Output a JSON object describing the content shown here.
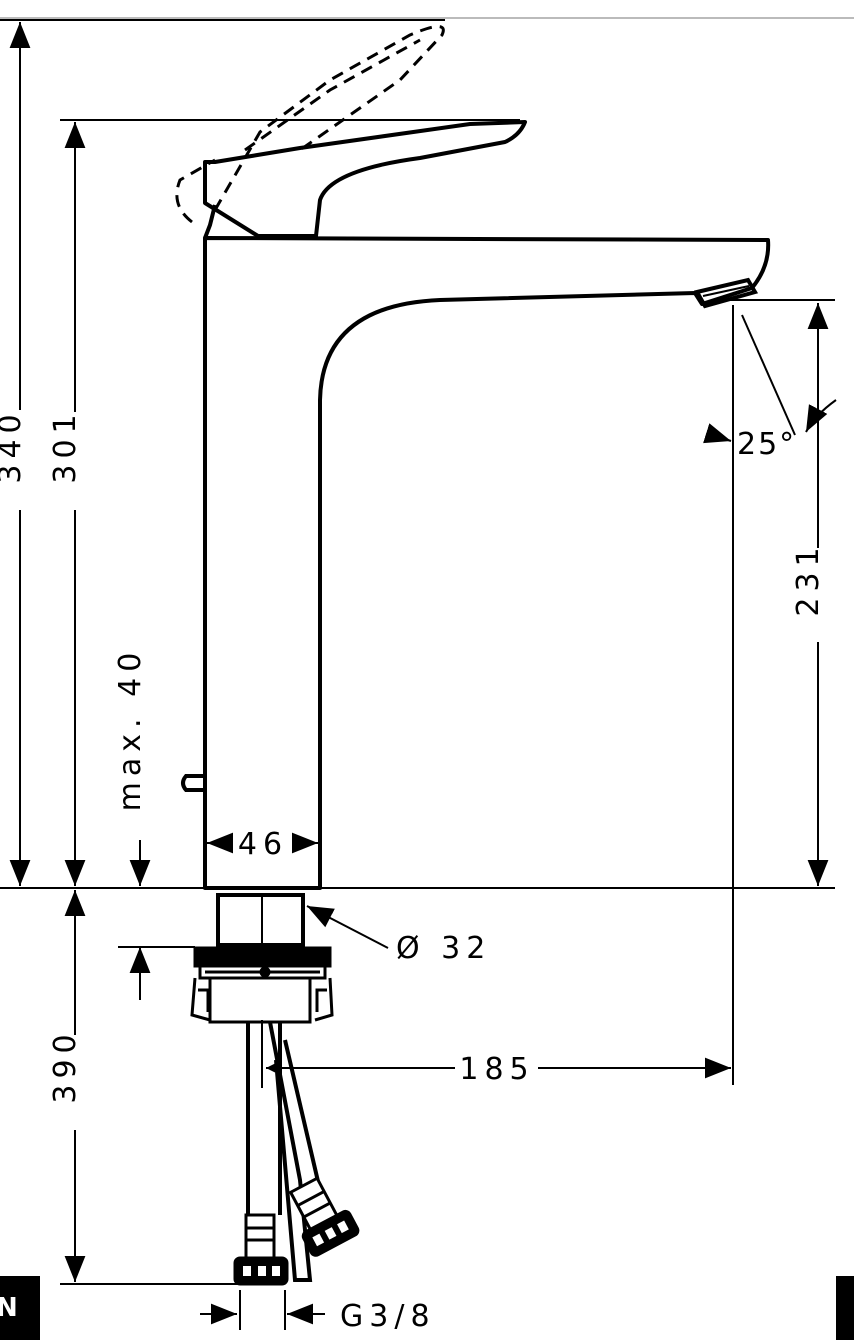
{
  "dimensions": {
    "total_height": "340",
    "spout_lever_height": "301",
    "deck_thickness": "max. 40",
    "body_width": "46",
    "shank_diameter": "Ø 32",
    "spout_clearance": "231",
    "spout_angle": "25°",
    "spout_reach": "185",
    "hose_length": "390",
    "connection_thread": "G3/8"
  },
  "corner_tabs": {
    "left": "N",
    "right": ""
  },
  "colors": {
    "line": "#000000",
    "background": "#ffffff"
  }
}
